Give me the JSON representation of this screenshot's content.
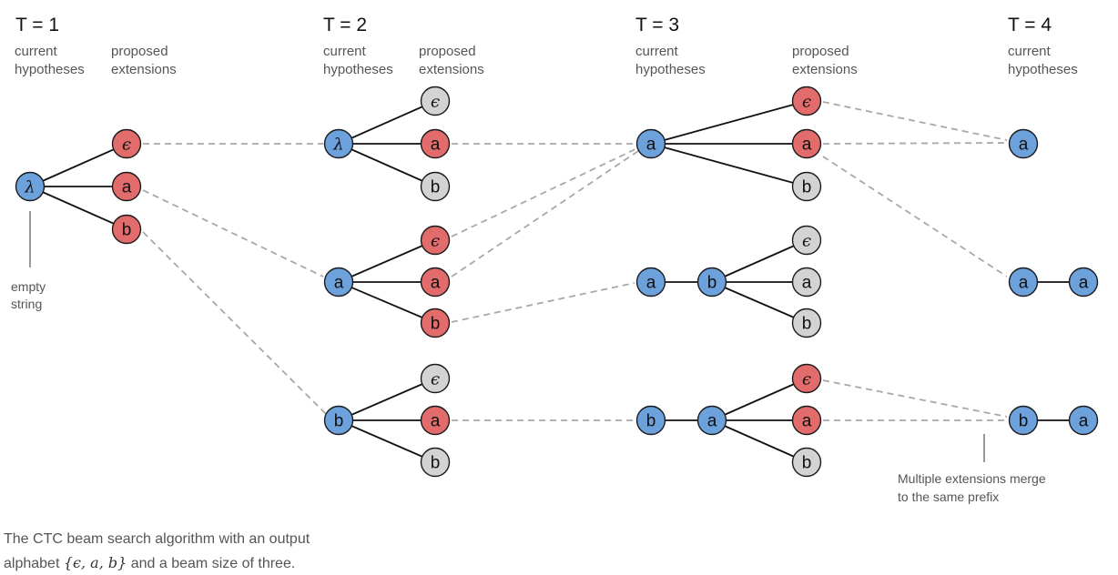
{
  "diagram": {
    "colors": {
      "hypothesis": "#6da1dc",
      "proposed": "#e26b6b",
      "inactive": "#d3d3d3"
    },
    "steps": [
      {
        "title": "T = 1",
        "current_label": [
          "current",
          "hypotheses"
        ],
        "proposed_label": [
          "proposed",
          "extensions"
        ]
      },
      {
        "title": "T = 2",
        "current_label": [
          "current",
          "hypotheses"
        ],
        "proposed_label": [
          "proposed",
          "extensions"
        ]
      },
      {
        "title": "T = 3",
        "current_label": [
          "current",
          "hypotheses"
        ],
        "proposed_label": [
          "proposed",
          "extensions"
        ]
      },
      {
        "title": "T = 4",
        "current_label": [
          "current",
          "hypotheses"
        ]
      }
    ],
    "symbols": {
      "epsilon": "ϵ",
      "lambda": "λ",
      "a": "a",
      "b": "b"
    },
    "annotations": {
      "empty_string": [
        "empty",
        "string"
      ],
      "merge_note": [
        "Multiple extensions merge",
        "to the same prefix"
      ]
    }
  },
  "caption": {
    "line1": "The CTC beam search algorithm with an output",
    "line2_prefix": "alphabet ",
    "alphabet": "{ϵ, a, b}",
    "line2_suffix": " and a beam size of three."
  }
}
